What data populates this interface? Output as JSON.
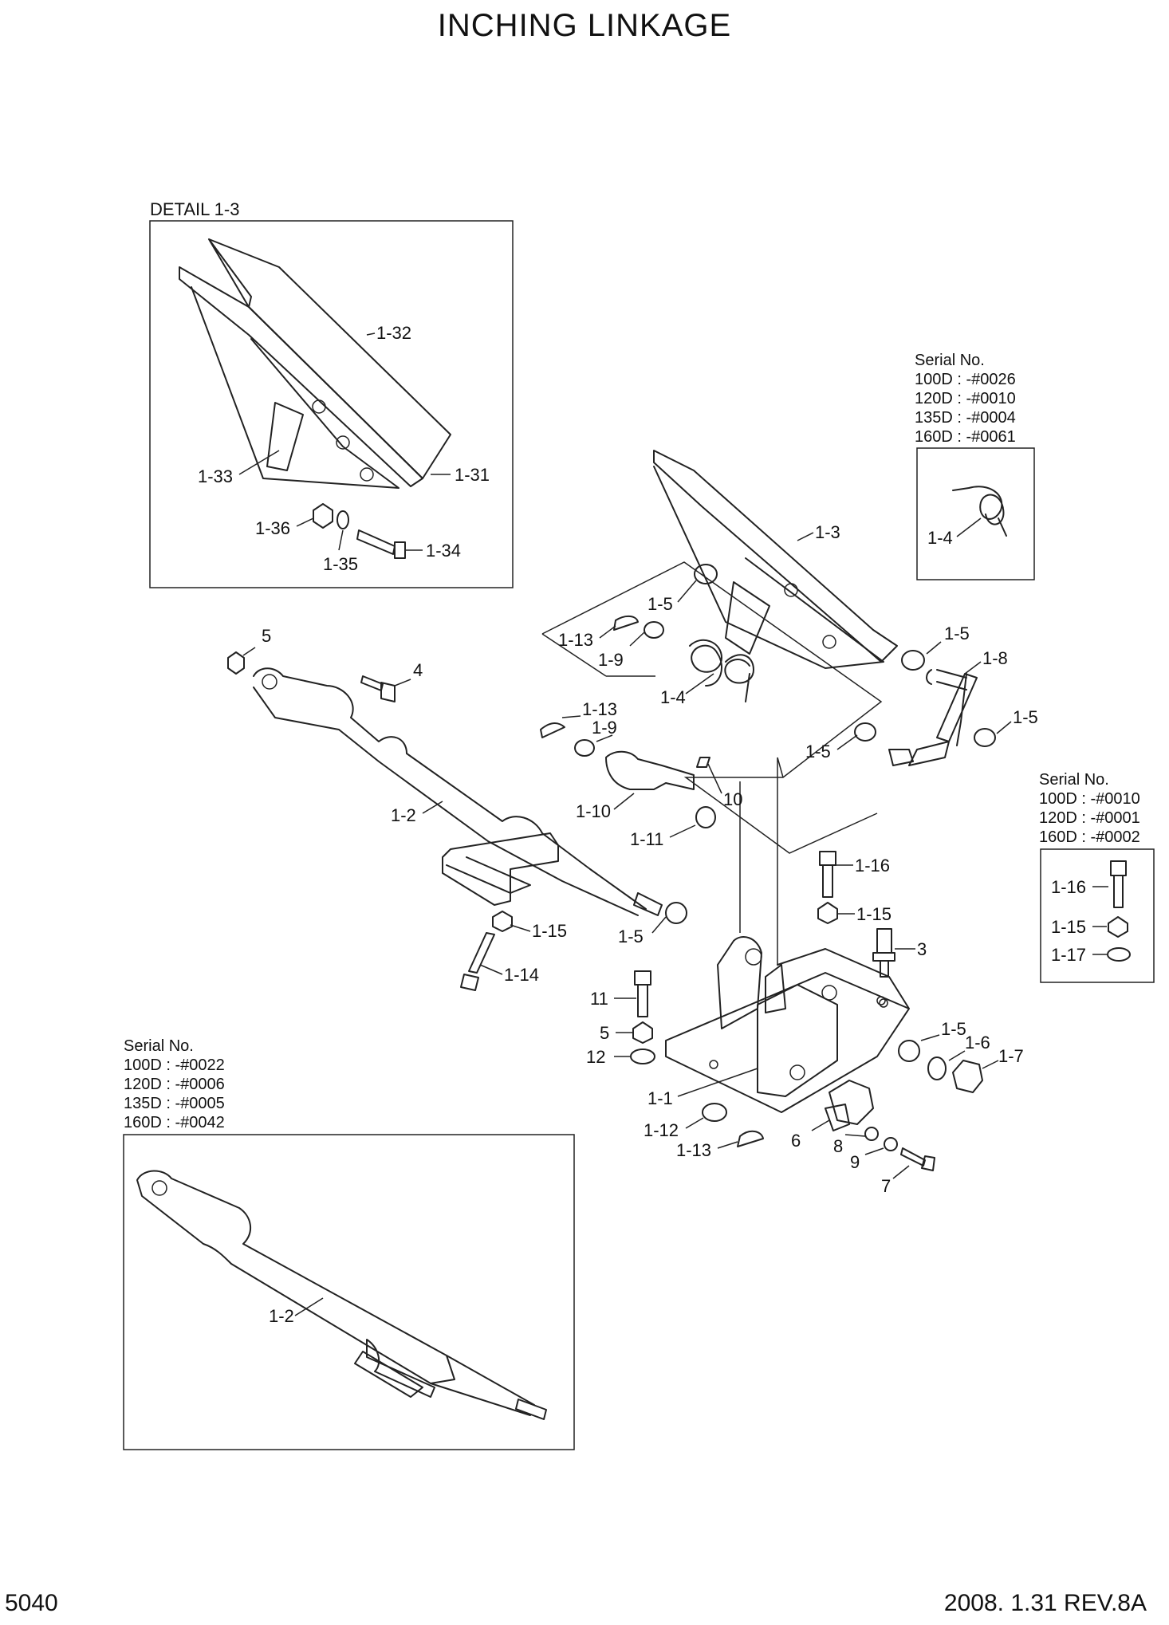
{
  "title": "INCHING LINKAGE",
  "footer": {
    "page": "5040",
    "date_rev": "2008. 1.31  REV.8A"
  },
  "detail_box": {
    "label": "DETAIL 1-3"
  },
  "serial_box_spring": {
    "heading": "Serial No.",
    "lines": [
      "100D : -#0026",
      "120D : -#0010",
      "135D : -#0004",
      "160D : -#0061"
    ],
    "callout": "1-4"
  },
  "serial_box_bolt": {
    "heading": "Serial No.",
    "lines": [
      "100D : -#0010",
      "120D : -#0001",
      "160D : -#0002"
    ],
    "callouts": [
      "1-16",
      "1-15",
      "1-17"
    ]
  },
  "serial_box_rod": {
    "heading": "Serial No.",
    "lines": [
      "100D : -#0022",
      "120D : -#0006",
      "135D : -#0005",
      "160D : -#0042"
    ],
    "callout": "1-2"
  },
  "callouts": {
    "c1_32": "1-32",
    "c1_33": "1-33",
    "c1_31": "1-31",
    "c1_36": "1-36",
    "c1_35": "1-35",
    "c1_34": "1-34",
    "c1_3": "1-3",
    "c1_5a": "1-5",
    "c1_13a": "1-13",
    "c1_9a": "1-9",
    "c1_4": "1-4",
    "c1_5b": "1-5",
    "c1_8": "1-8",
    "c1_5c": "1-5",
    "c1_5d": "1-5",
    "c5a": "5",
    "c4": "4",
    "c1_13b": "1-13",
    "c1_9b": "1-9",
    "c1_2": "1-2",
    "c1_10": "1-10",
    "c10": "10",
    "c1_11": "1-11",
    "c1_15a": "1-15",
    "c1_14": "1-14",
    "c1_5e": "1-5",
    "c1_16": "1-16",
    "c1_15b": "1-15",
    "c3": "3",
    "c11": "11",
    "c5b": "5",
    "c12": "12",
    "c1_1": "1-1",
    "c1_5f": "1-5",
    "c1_6": "1-6",
    "c1_7": "1-7",
    "c1_12": "1-12",
    "c1_13c": "1-13",
    "c6": "6",
    "c8": "8",
    "c9": "9",
    "c7": "7"
  }
}
